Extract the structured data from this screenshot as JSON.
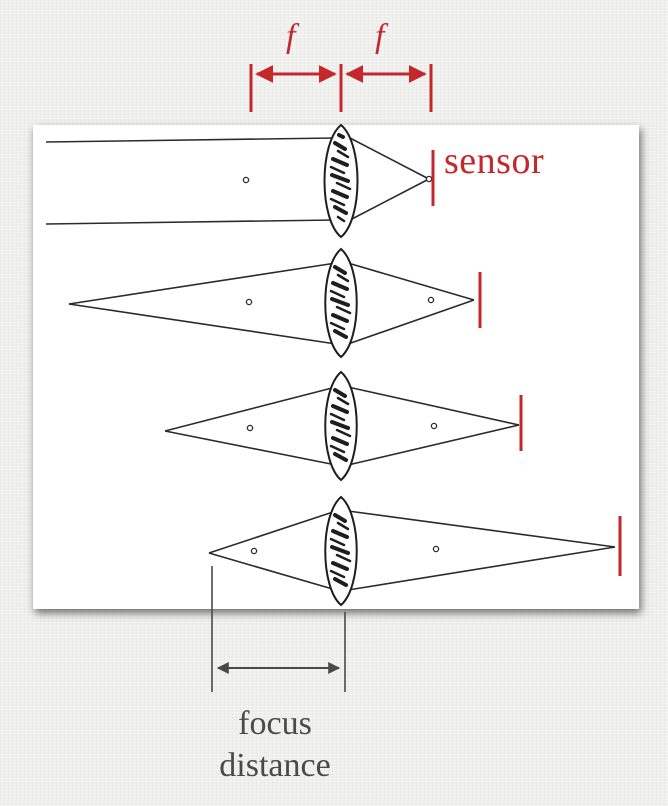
{
  "labels": {
    "focal_length_left": "f",
    "focal_length_right": "f",
    "sensor": "sensor",
    "focus_caption_line1": "focus",
    "focus_caption_line2": "distance"
  },
  "colors": {
    "accent_red": "#c4272c",
    "line": "#2b2b2b",
    "caption_gray": "#4a4a4a",
    "panel": "#ffffff"
  }
}
